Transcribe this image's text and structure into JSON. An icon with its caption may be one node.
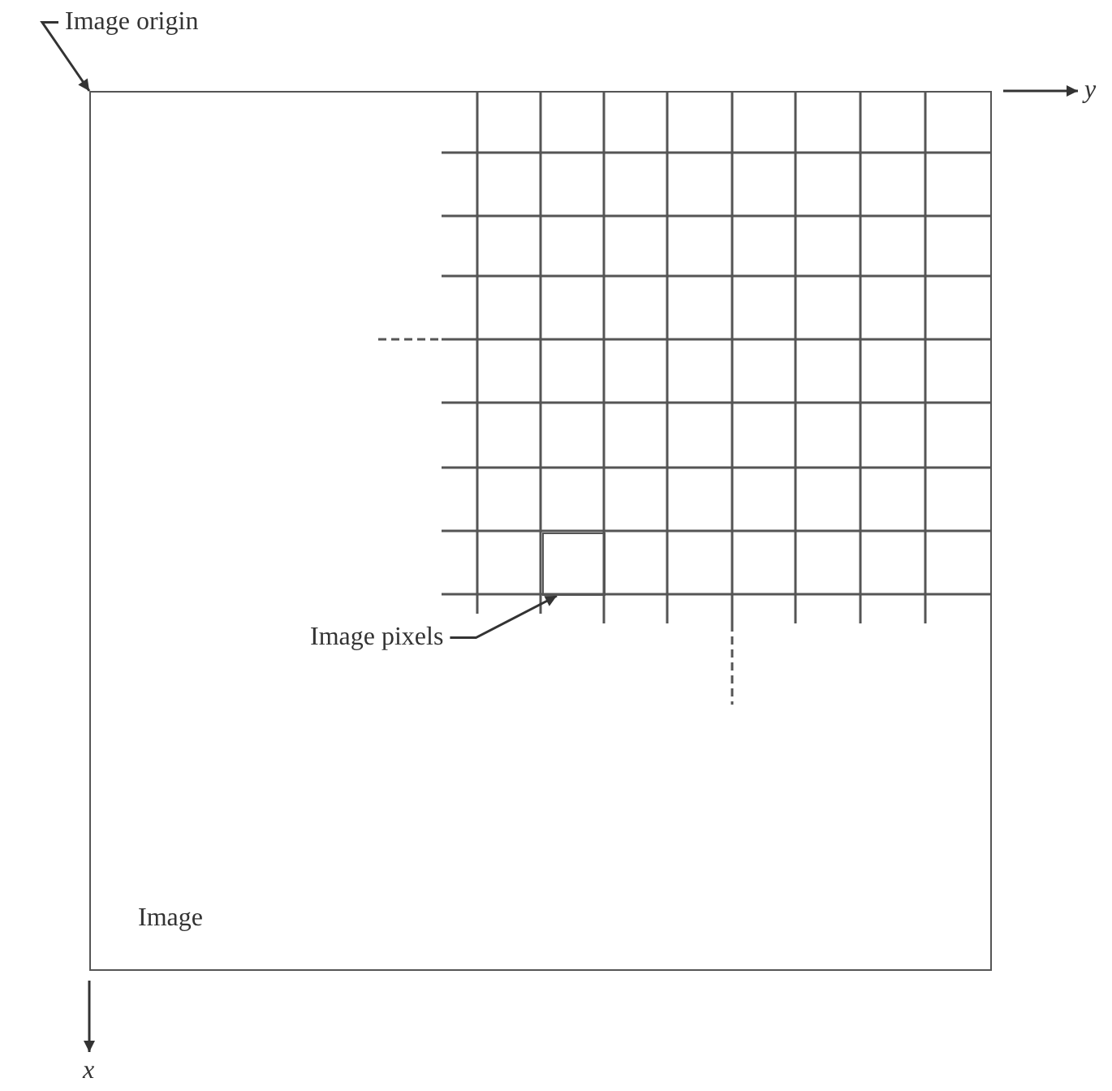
{
  "diagram": {
    "nodes": [
      {
        "text": [
          "Image origin"
        ]
      },
      {
        "text": [
          "Image"
        ]
      },
      {
        "text": [
          "Image pixels"
        ],
        "in": 1
      },
      {
        "text": [],
        "shape": "box",
        "in": 1
      }
    ],
    "edges": [
      {
        "from": 0,
        "to": 1,
        "arrow": "to"
      },
      {
        "from": 2,
        "to": 3,
        "arrow": "to"
      }
    ],
    "labels": [
      "y",
      "x"
    ]
  }
}
